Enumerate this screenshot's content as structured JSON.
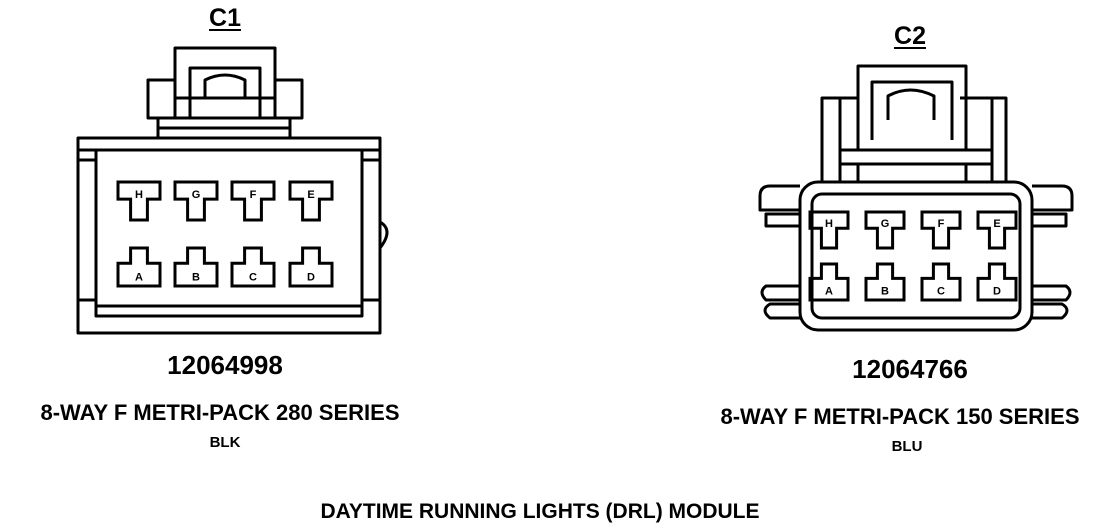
{
  "connectors": [
    {
      "title": "C1",
      "part_number": "12064998",
      "description": "8-WAY F METRI-PACK 280 SERIES",
      "color": "BLK",
      "pins_top": [
        "H",
        "G",
        "F",
        "E"
      ],
      "pins_bottom": [
        "A",
        "B",
        "C",
        "D"
      ]
    },
    {
      "title": "C2",
      "part_number": "12064766",
      "description": "8-WAY F METRI-PACK 150 SERIES",
      "color": "BLU",
      "pins_top": [
        "H",
        "G",
        "F",
        "E"
      ],
      "pins_bottom": [
        "A",
        "B",
        "C",
        "D"
      ]
    }
  ],
  "caption": "DAYTIME RUNNING LIGHTS (DRL)  MODULE"
}
